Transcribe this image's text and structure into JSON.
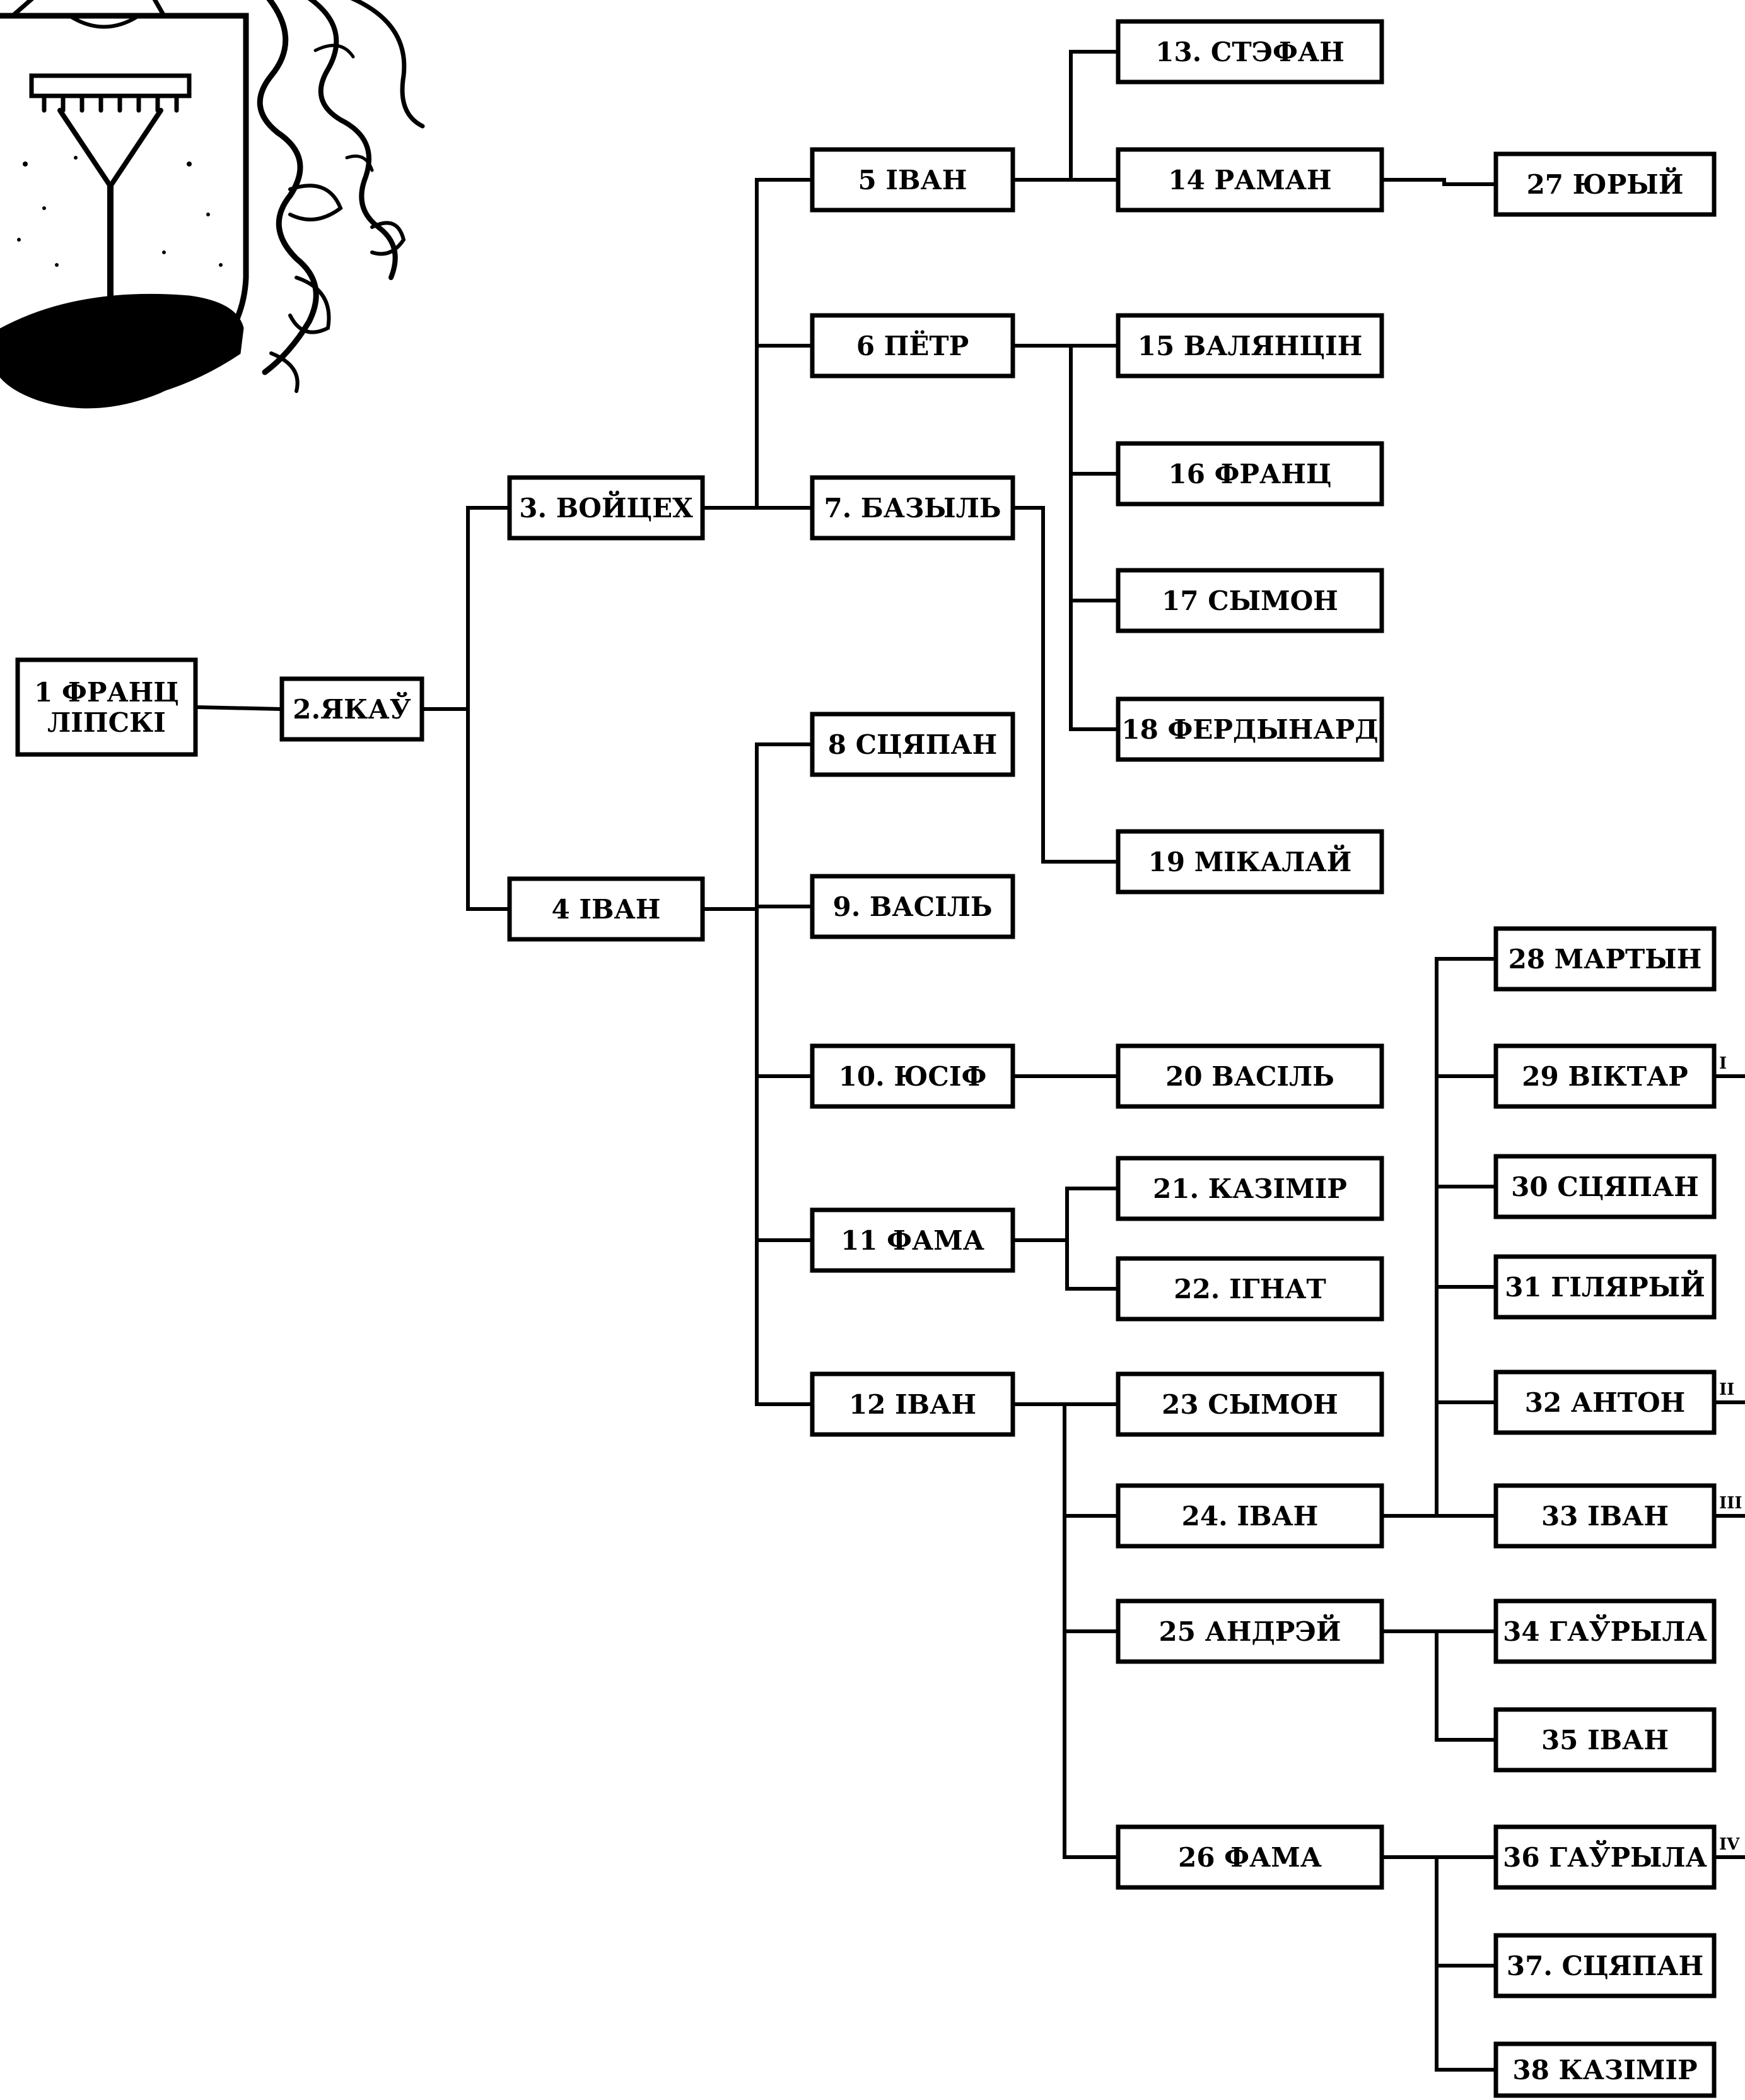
{
  "colors": {
    "ink": "#000000",
    "paper": "#ffffff"
  },
  "icons": [
    "coat-of-arms-emblem"
  ],
  "nodes": [
    {
      "id": 1,
      "lines": [
        "1 ФРАНЦ",
        "ЛІПСКІ"
      ]
    },
    {
      "id": 2,
      "lines": [
        "2.ЯКАЎ"
      ]
    },
    {
      "id": 3,
      "lines": [
        "3. ВОЙЦЕХ"
      ]
    },
    {
      "id": 4,
      "lines": [
        "4 ІВАН"
      ]
    },
    {
      "id": 5,
      "lines": [
        "5 ІВАН"
      ]
    },
    {
      "id": 6,
      "lines": [
        "6 ПЁТР"
      ]
    },
    {
      "id": 7,
      "lines": [
        "7. БАЗЫЛЬ"
      ]
    },
    {
      "id": 8,
      "lines": [
        "8 СЦЯПАН"
      ]
    },
    {
      "id": 9,
      "lines": [
        "9. ВАСІЛЬ"
      ]
    },
    {
      "id": 10,
      "lines": [
        "10. ЮСІФ"
      ]
    },
    {
      "id": 11,
      "lines": [
        "11 ФАМА"
      ]
    },
    {
      "id": 12,
      "lines": [
        "12 ІВАН"
      ]
    },
    {
      "id": 13,
      "lines": [
        "13. СТЭФАН"
      ]
    },
    {
      "id": 14,
      "lines": [
        "14 РАМАН"
      ]
    },
    {
      "id": 15,
      "lines": [
        "15 ВАЛЯНЦІН"
      ]
    },
    {
      "id": 16,
      "lines": [
        "16 ФРАНЦ"
      ]
    },
    {
      "id": 17,
      "lines": [
        "17 СЫМОН"
      ]
    },
    {
      "id": 18,
      "lines": [
        "18 ФЕРДЫНАРД"
      ]
    },
    {
      "id": 19,
      "lines": [
        "19 МІКАЛАЙ"
      ]
    },
    {
      "id": 20,
      "lines": [
        "20 ВАСІЛЬ"
      ]
    },
    {
      "id": 21,
      "lines": [
        "21. КАЗІМІР"
      ]
    },
    {
      "id": 22,
      "lines": [
        "22. ІГНАТ"
      ]
    },
    {
      "id": 23,
      "lines": [
        "23 СЫМОН"
      ]
    },
    {
      "id": 24,
      "lines": [
        "24. ІВАН"
      ]
    },
    {
      "id": 25,
      "lines": [
        "25 АНДРЭЙ"
      ]
    },
    {
      "id": 26,
      "lines": [
        "26 ФАМА"
      ]
    },
    {
      "id": 27,
      "lines": [
        "27 ЮРЫЙ"
      ]
    },
    {
      "id": 28,
      "lines": [
        "28 МАРТЫН"
      ]
    },
    {
      "id": 29,
      "lines": [
        "29 ВІКТАР"
      ]
    },
    {
      "id": 30,
      "lines": [
        "30 СЦЯПАН"
      ]
    },
    {
      "id": 31,
      "lines": [
        "31 ГІЛЯРЫЙ"
      ]
    },
    {
      "id": 32,
      "lines": [
        "32 АНТОН"
      ]
    },
    {
      "id": 33,
      "lines": [
        "33 ІВАН"
      ]
    },
    {
      "id": 34,
      "lines": [
        "34 ГАЎРЫЛА"
      ]
    },
    {
      "id": 35,
      "lines": [
        "35 ІВАН"
      ]
    },
    {
      "id": 36,
      "lines": [
        "36 ГАЎРЫЛА"
      ]
    },
    {
      "id": 37,
      "lines": [
        "37. СЦЯПАН"
      ]
    },
    {
      "id": 38,
      "lines": [
        "38 КАЗІМІР"
      ]
    }
  ],
  "edges": [
    [
      1,
      2
    ],
    [
      2,
      3
    ],
    [
      2,
      4
    ],
    [
      3,
      5
    ],
    [
      3,
      6
    ],
    [
      3,
      7
    ],
    [
      4,
      8
    ],
    [
      4,
      9
    ],
    [
      4,
      10
    ],
    [
      4,
      11
    ],
    [
      4,
      12
    ],
    [
      5,
      13
    ],
    [
      5,
      14
    ],
    [
      6,
      15
    ],
    [
      6,
      16
    ],
    [
      6,
      17
    ],
    [
      6,
      18
    ],
    [
      7,
      19
    ],
    [
      10,
      20
    ],
    [
      11,
      21
    ],
    [
      11,
      22
    ],
    [
      12,
      23
    ],
    [
      12,
      24
    ],
    [
      12,
      25
    ],
    [
      12,
      26
    ],
    [
      14,
      27
    ],
    [
      24,
      28
    ],
    [
      24,
      29
    ],
    [
      24,
      30
    ],
    [
      24,
      31
    ],
    [
      24,
      32
    ],
    [
      24,
      33
    ],
    [
      25,
      34
    ],
    [
      25,
      35
    ],
    [
      26,
      36
    ],
    [
      26,
      37
    ],
    [
      26,
      38
    ]
  ],
  "continuations": [
    {
      "from": 29,
      "label": "I"
    },
    {
      "from": 32,
      "label": "II"
    },
    {
      "from": 33,
      "label": "III"
    },
    {
      "from": 36,
      "label": "IV"
    }
  ]
}
